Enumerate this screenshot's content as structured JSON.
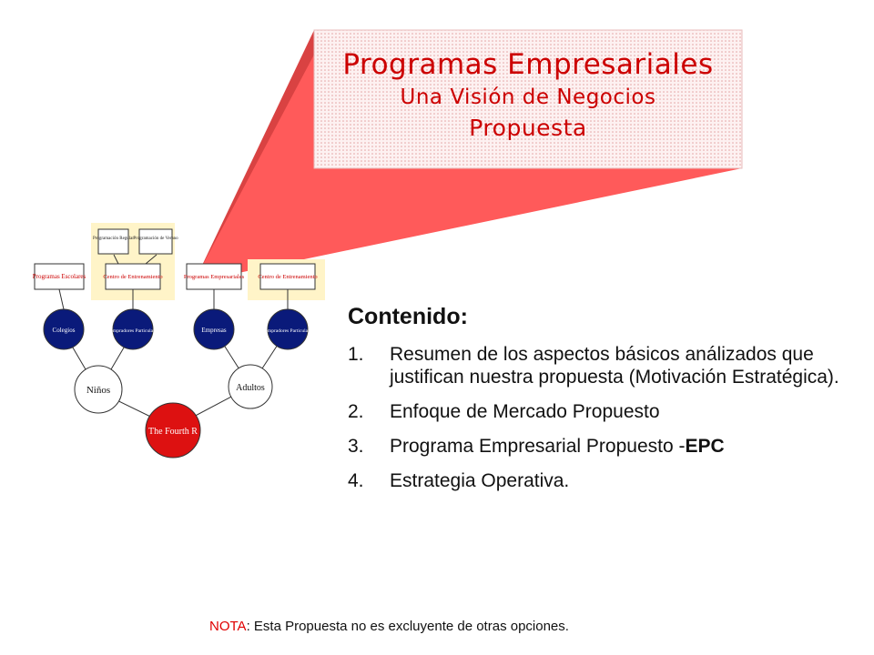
{
  "callout": {
    "title": "Programas Empresariales",
    "subtitle": "Una Visión de Negocios",
    "tagline": "Propuesta",
    "colors": {
      "fill": "#ff5a5a",
      "shadow": "#d94242",
      "text": "#cc0000",
      "box": "#fbe8e8"
    }
  },
  "diagram": {
    "root": "The Fourth R",
    "segments": [
      "Niños",
      "Adultos"
    ],
    "clients": [
      "Colegios",
      "Compradores Particulares",
      "Empresas",
      "Compradores Particulares"
    ],
    "programs": [
      "Programas Escolares",
      "Centro de Entrenamiento",
      "Programas Empresariales",
      "Centro de Entrenamiento"
    ],
    "sub_programs": [
      "Programación Regular",
      "Programación de Verano"
    ],
    "colors": {
      "root": "#dd1111",
      "client": "#0a1a7a",
      "panel": "#fff4c8"
    }
  },
  "contents": {
    "heading": "Contenido:",
    "items": [
      {
        "num": "1.",
        "text": "Resumen de los aspectos básicos análizados que justifican nuestra propuesta (Motivación Estratégica).",
        "bold": ""
      },
      {
        "num": "2.",
        "text": "Enfoque de Mercado Propuesto",
        "bold": ""
      },
      {
        "num": "3.",
        "text": "Programa Empresarial Propuesto -",
        "bold": "EPC"
      },
      {
        "num": "4.",
        "text": "Estrategia Operativa.",
        "bold": ""
      }
    ]
  },
  "note": {
    "label": "NOTA",
    "text": ": Esta Propuesta no es excluyente de otras opciones."
  }
}
